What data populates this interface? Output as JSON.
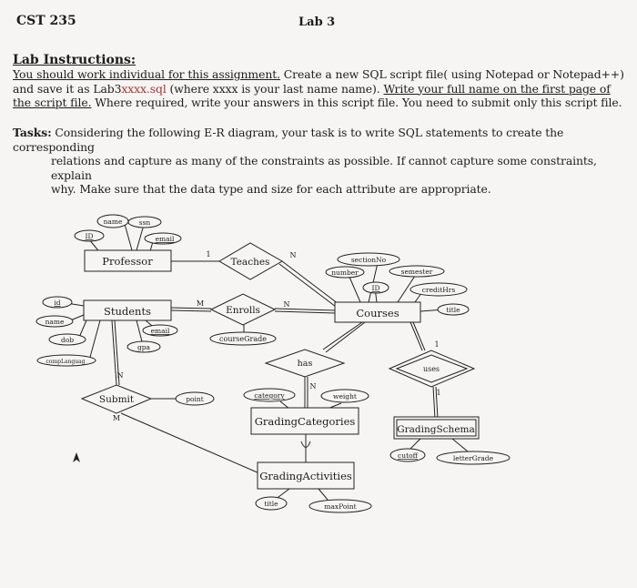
{
  "header": {
    "course": "CST 235",
    "lab": "Lab 3"
  },
  "instructions": {
    "title": "Lab Instructions:",
    "line1_u": "You should work individual for this assignment.",
    "line1_rest": " Create a new SQL script file( using Notepad or Notepad++)",
    "line2_a": "and save it as Lab3",
    "line2_xxxx": "xxxx",
    "line2_b": ".sql",
    "line2_c": " (where xxxx is your last name name). ",
    "line2_u": "Write your full name on the first page of",
    "line3_u": "the script file.",
    "line3_rest": " Where required, write your answers in this script file.  You need to submit only this script file."
  },
  "tasks": {
    "label": "Tasks:",
    "line1": " Considering the following E-R diagram, your task is to write SQL statements to create the corresponding",
    "line2": "relations and capture as many of the constraints as possible. If cannot capture some constraints, explain",
    "line3": "why. Make sure that the data type and size for each attribute are appropriate."
  },
  "diagram": {
    "entities": {
      "professor": "Professor",
      "students": "Students",
      "courses": "Courses",
      "grading_categories": "GradingCategories",
      "grading_activities": "GradingActivities",
      "grading_schema": "GradingSchema"
    },
    "relationships": {
      "teaches": "Teaches",
      "enrolls": "Enrolls",
      "submit": "Submit",
      "has": "has",
      "uses": "uses"
    },
    "attributes": {
      "prof_name": "name",
      "prof_ssn": "ssn",
      "prof_id": "ID",
      "prof_email": "email",
      "stu_id": "id",
      "stu_name": "name",
      "stu_dob": "dob",
      "stu_complang": "compLanguag",
      "stu_email": "email",
      "stu_gpa": "gpa",
      "course_grade": "courseGrade",
      "point": "point",
      "section_no": "sectionNo",
      "number": "number",
      "semester": "semester",
      "course_id": "ID",
      "credit_hrs": "creditHrs",
      "course_title": "title",
      "category": "category",
      "weight": "weight",
      "activity_title": "title",
      "max_point": "maxPoint",
      "cutoff": "cutoff",
      "letter_grade": "letterGrade"
    },
    "cardinalities": {
      "teaches_prof": "1",
      "teaches_course": "N",
      "enrolls_stu": "M",
      "enrolls_course": "N",
      "submit_stu": "N",
      "submit_act": "M",
      "has_cat": "N",
      "uses_course": "1",
      "uses_schema": "1"
    }
  }
}
